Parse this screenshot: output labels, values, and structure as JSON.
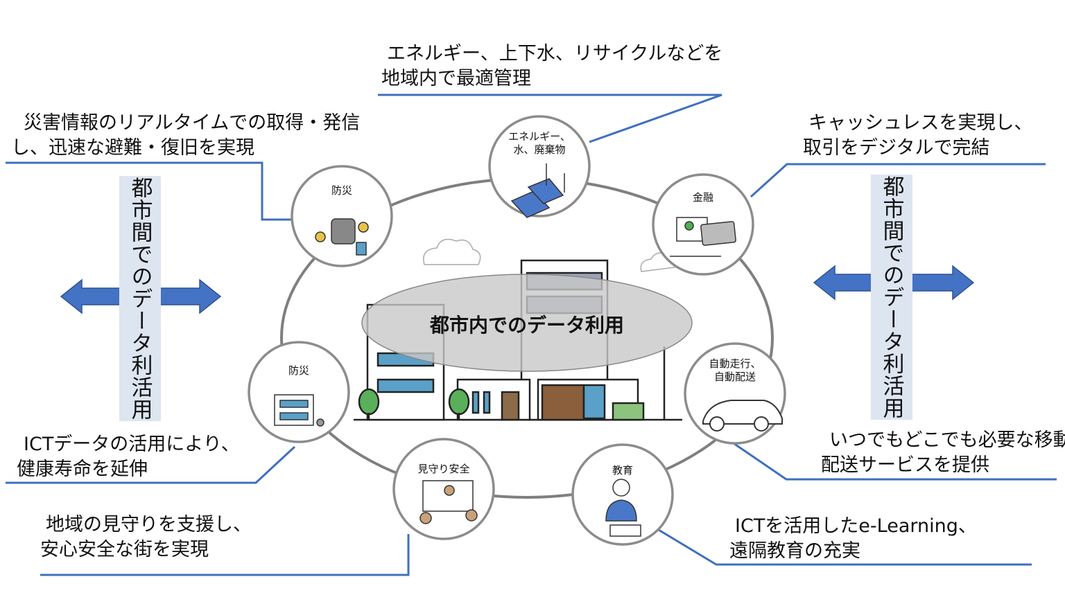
{
  "callouts": {
    "energy": [
      "エネルギー、上下水、リサイクルなどを",
      "地域内で最適管理"
    ],
    "disaster": [
      "災害情報のリアルタイムでの取得・発信",
      "し、迅速な避難・復旧を実現"
    ],
    "finance": [
      "キャッシュレスを実現し、",
      "取引をデジタルで完結"
    ],
    "health": [
      "ICTデータの活用により、",
      "健康寿命を延伸"
    ],
    "mobility": [
      "いつでもどこでも必要な移動・",
      "配送サービスを提供"
    ],
    "watch": [
      "地域の見守りを支援し、",
      "安心安全な街を実現"
    ],
    "education": [
      "ICTを活用したe-Learning、",
      "遠隔教育の充実"
    ]
  },
  "circles": {
    "energy": [
      "エネルギー、",
      "水、廃棄物"
    ],
    "disaster": [
      "防災"
    ],
    "finance": [
      "金融"
    ],
    "health": [
      "防災"
    ],
    "mobility": [
      "自動走行、",
      "自動配送"
    ],
    "watch": [
      "見守り安全"
    ],
    "education": [
      "教育"
    ]
  },
  "center_label": "都市内でのデータ利用",
  "side_labels": {
    "left": "都市間でのデータ利活用",
    "right": "都市間でのデータ利活用"
  },
  "colors": {
    "line": "#3f6fbf",
    "arrow": "#4472c4",
    "side_bg": "#dde5f1",
    "ring": "#7f7f7f"
  }
}
